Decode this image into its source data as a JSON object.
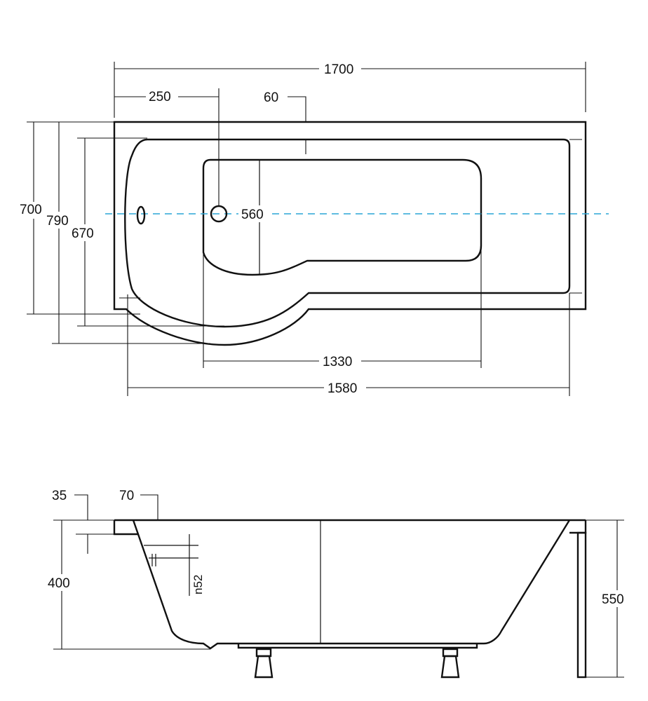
{
  "top_view": {
    "overall_length": "1700",
    "drain_offset": "250",
    "rim_width": "60",
    "width_700": "700",
    "width_790": "790",
    "width_670": "670",
    "inner_width": "560",
    "inner_length": "1330",
    "basin_length": "1580"
  },
  "side_view": {
    "rim_thickness": "35",
    "rim_step": "70",
    "depth": "400",
    "overflow_size": "n52",
    "total_height": "550"
  },
  "colors": {
    "line": "#111111",
    "center_axis": "#2aa6d6",
    "background": "#ffffff"
  }
}
